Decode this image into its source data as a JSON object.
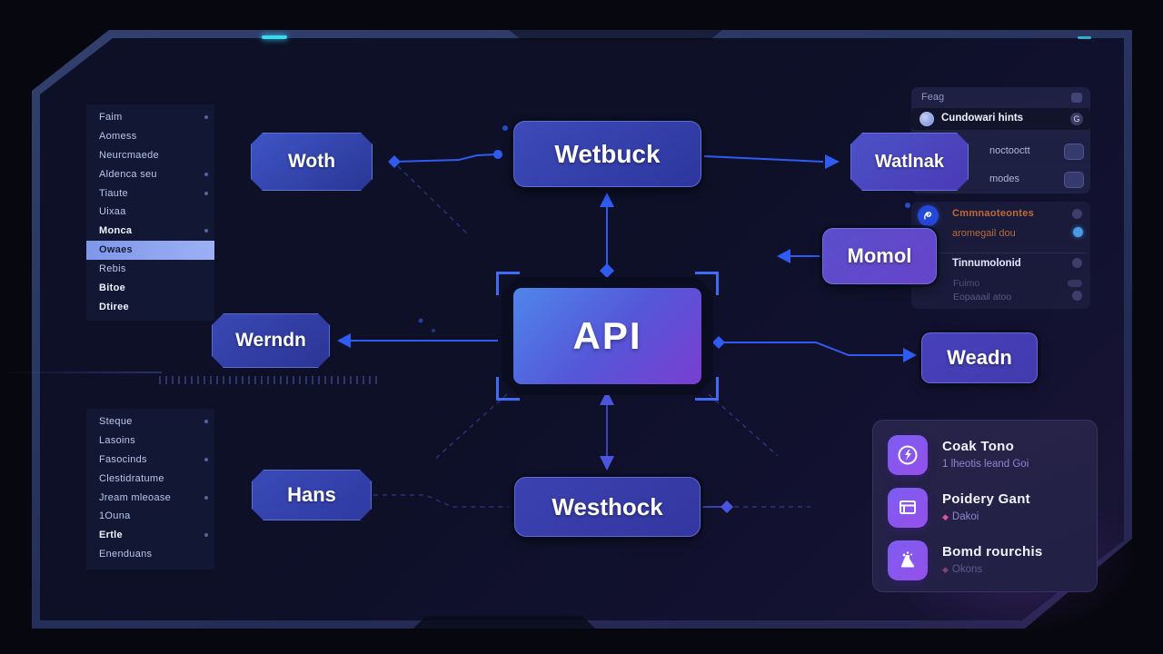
{
  "colors": {
    "accent_cyan": "#38d9f2",
    "connector_blue": "#2f5bf0",
    "node_blue": "#3246b4",
    "node_purple": "#6a3fd2",
    "selection_highlight": "#8fa2ee",
    "orange_text": "#c06a38",
    "panel_purple": "#262148",
    "subtitle_purple": "#9384d4",
    "diamond_pink": "#e0559a"
  },
  "sidebar_top": {
    "items": [
      {
        "label": "Faim"
      },
      {
        "label": "Aomess"
      },
      {
        "label": "Neurcmaede"
      },
      {
        "label": "Aldenca seu"
      },
      {
        "label": "Tiaute"
      },
      {
        "label": "Uixaa"
      },
      {
        "label": "Monca"
      },
      {
        "label": "Owaes"
      },
      {
        "label": "Rebis"
      },
      {
        "label": "Bitoe"
      },
      {
        "label": "Dtiree"
      }
    ]
  },
  "sidebar_bottom": {
    "items": [
      {
        "label": "Steque"
      },
      {
        "label": "Lasoins"
      },
      {
        "label": "Fasocinds"
      },
      {
        "label": "Clestidratume"
      },
      {
        "label": "Jream mleoase"
      },
      {
        "label": "1Ouna"
      },
      {
        "label": "Ertle"
      },
      {
        "label": "Enenduans"
      }
    ]
  },
  "nodes": {
    "api": "API",
    "woth": "Woth",
    "wetbuck": "Wetbuck",
    "watlnak": "Watlnak",
    "momol": "Momol",
    "werndn": "Werndn",
    "weadn": "Weadn",
    "hans": "Hans",
    "westhock": "Westhock"
  },
  "right_top_panel": {
    "header": "Feag",
    "selected_item": "Cundowari hints",
    "selected_badge": "G",
    "rows": [
      {
        "label": "noctooctt"
      },
      {
        "label": "modes"
      }
    ]
  },
  "right_mid_panel": {
    "rows": [
      {
        "label": "Cmmnaoteontes"
      },
      {
        "label": "aromegail dou"
      },
      {
        "label": "Tinnumolonid"
      },
      {
        "label": "Fuimo"
      },
      {
        "label": "Eopaaail atoo"
      }
    ]
  },
  "right_bottom_panel": {
    "items": [
      {
        "title": "Coak Tono",
        "subtitle": "1 lheotis leand Goi",
        "icon": "bolt-icon"
      },
      {
        "title": "Poidery Gant",
        "subtitle": "Dakoi",
        "icon": "window-icon"
      },
      {
        "title": "Bomd rourchis",
        "subtitle": "Okons",
        "icon": "flask-icon"
      }
    ]
  }
}
